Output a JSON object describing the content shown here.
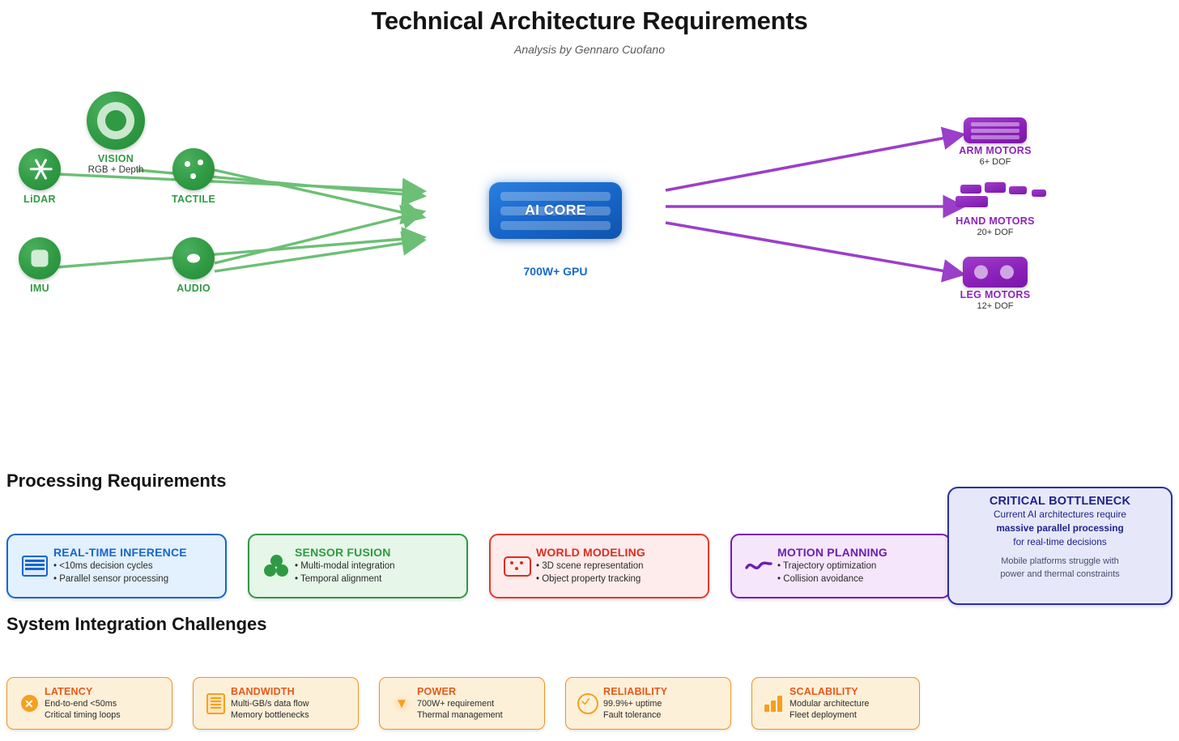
{
  "header": {
    "title": "Technical Architecture Requirements",
    "subtitle": "Analysis by Gennaro Cuofano"
  },
  "diagram": {
    "sensors": [
      {
        "id": "vision",
        "label": "VISION",
        "sub": "RGB + Depth",
        "icon": "camera-ring-icon"
      },
      {
        "id": "lidar",
        "label": "LiDAR",
        "sub": "",
        "icon": "lidar-asterisk-icon"
      },
      {
        "id": "tactile",
        "label": "TACTILE",
        "sub": "",
        "icon": "tactile-dots-icon"
      },
      {
        "id": "imu",
        "label": "IMU",
        "sub": "",
        "icon": "imu-square-icon"
      },
      {
        "id": "audio",
        "label": "AUDIO",
        "sub": "",
        "icon": "audio-lens-icon"
      }
    ],
    "core": {
      "label": "AI CORE",
      "caption": "700W+ GPU"
    },
    "actuators": [
      {
        "id": "arm",
        "label": "ARM MOTORS",
        "sub": "6+ DOF",
        "icon": "arm-motor-icon"
      },
      {
        "id": "hand",
        "label": "HAND MOTORS",
        "sub": "20+ DOF",
        "icon": "hand-motor-icon"
      },
      {
        "id": "leg",
        "label": "LEG MOTORS",
        "sub": "12+ DOF",
        "icon": "leg-motor-icon"
      }
    ],
    "colors": {
      "sensor": "#2f9a43",
      "core": "#1569cc",
      "actuator": "#8e22bd"
    }
  },
  "processing": {
    "heading": "Processing Requirements",
    "cards": [
      {
        "title": "REAL-TIME INFERENCE",
        "icon": "stacked-lines-icon",
        "color": "#1566cc",
        "border": "#1566cc",
        "bg": "#e3f0fd",
        "items": [
          "• <10ms decision cycles",
          "• Parallel sensor processing"
        ]
      },
      {
        "title": "SENSOR FUSION",
        "icon": "three-circles-icon",
        "color": "#2f9a43",
        "border": "#2f9a43",
        "bg": "#e6f6e8",
        "items": [
          "• Multi-modal integration",
          "• Temporal alignment"
        ]
      },
      {
        "title": "WORLD MODELING",
        "icon": "scene-box-icon",
        "color": "#e02b20",
        "border": "#e8382c",
        "bg": "#fdeceb",
        "items": [
          "• 3D scene representation",
          "• Object property tracking"
        ]
      },
      {
        "title": "MOTION PLANNING",
        "icon": "wave-path-icon",
        "color": "#6b1fb0",
        "border": "#7a19b8",
        "bg": "#f6e6fb",
        "items": [
          "• Trajectory optimization",
          "• Collision avoidance"
        ]
      }
    ],
    "bottleneck": {
      "title": "CRITICAL BOTTLENECK",
      "line1": "Current AI architectures require",
      "line2": "massive parallel processing",
      "line3": "for real-time decisions",
      "note1": "Mobile platforms struggle with",
      "note2": "power and thermal constraints",
      "color": "#1f2388"
    }
  },
  "integration": {
    "heading": "System Integration Challenges",
    "cards": [
      {
        "title": "LATENCY",
        "icon": "x-circle-icon",
        "items": [
          "End-to-end <50ms",
          "Critical timing loops"
        ]
      },
      {
        "title": "BANDWIDTH",
        "icon": "document-icon",
        "items": [
          "Multi-GB/s data flow",
          "Memory bottlenecks"
        ]
      },
      {
        "title": "POWER",
        "icon": "bolt-icon",
        "items": [
          "700W+ requirement",
          "Thermal management"
        ]
      },
      {
        "title": "RELIABILITY",
        "icon": "check-circle-icon",
        "items": [
          "99.9%+ uptime",
          "Fault tolerance"
        ]
      },
      {
        "title": "SCALABILITY",
        "icon": "bar-chart-icon",
        "items": [
          "Modular architecture",
          "Fleet deployment"
        ]
      }
    ],
    "accent": "#f0941f"
  }
}
